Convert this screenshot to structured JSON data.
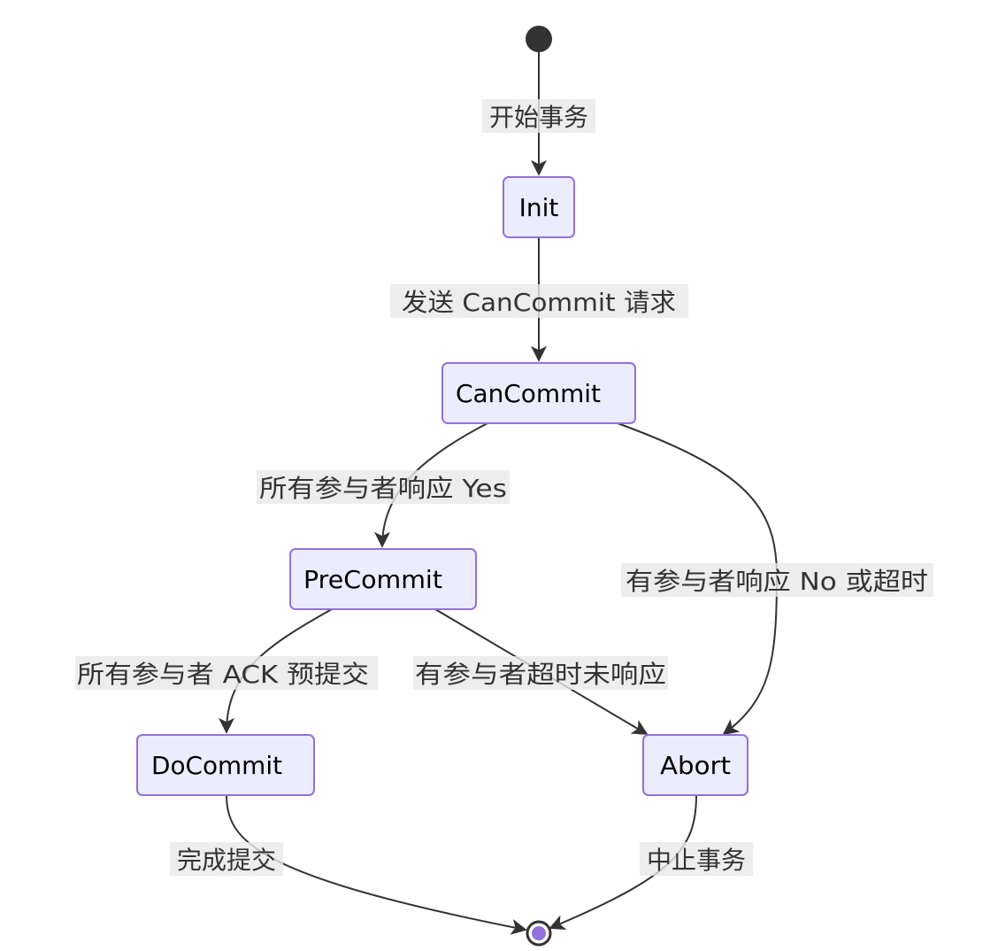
{
  "diagram": {
    "states": {
      "init": "Init",
      "can_commit": "CanCommit",
      "pre_commit": "PreCommit",
      "do_commit": "DoCommit",
      "abort": "Abort"
    },
    "transitions": {
      "start_to_init": "开始事务",
      "init_to_cancommit": "发送 CanCommit 请求",
      "cancommit_to_precommit": "所有参与者响应 Yes",
      "cancommit_to_abort": "有参与者响应 No 或超时",
      "precommit_to_docommit": "所有参与者 ACK 预提交",
      "precommit_to_abort": "有参与者超时未响应",
      "docommit_to_end": "完成提交",
      "abort_to_end": "中止事务"
    },
    "colors": {
      "state_fill": "#ececff",
      "state_border": "#9370db",
      "edge": "#333333",
      "start_node": "#333333",
      "end_node_inner": "#9370db"
    }
  }
}
